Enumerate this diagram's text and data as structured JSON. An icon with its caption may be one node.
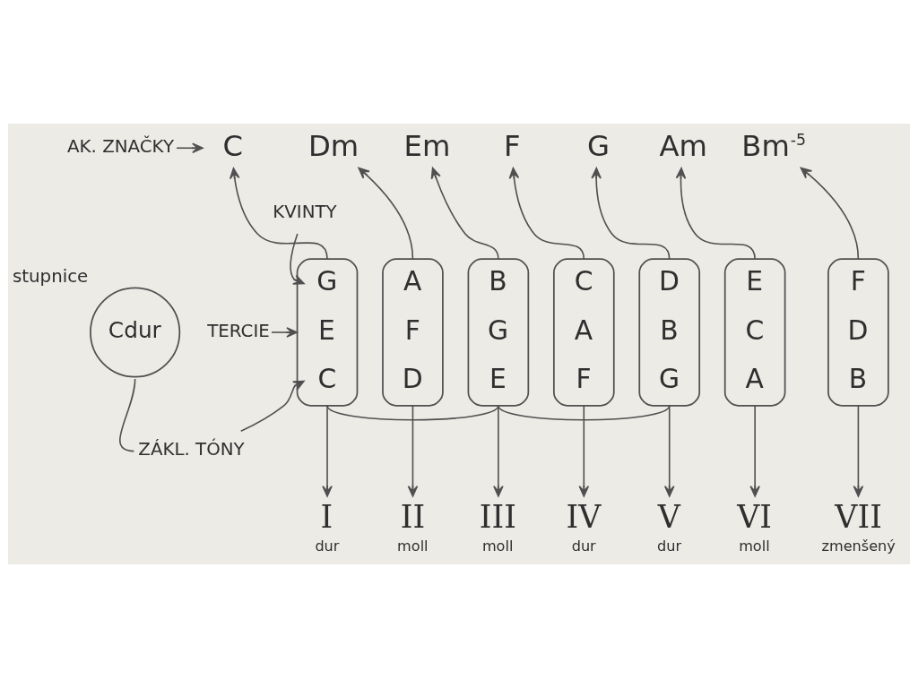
{
  "diagram": {
    "nodes": [
      {
        "text": [
          "AK. ZNAČKY"
        ]
      },
      {
        "text": [
          "C"
        ]
      },
      {
        "text": [
          "Dm"
        ]
      },
      {
        "text": [
          "Em"
        ]
      },
      {
        "text": [
          "F"
        ]
      },
      {
        "text": [
          "G"
        ]
      },
      {
        "text": [
          "Am"
        ]
      },
      {
        "text": [
          "Bm$^{-5}$"
        ]
      },
      {
        "text": [
          "KVINTY"
        ]
      },
      {
        "text": [
          "Cdur"
        ],
        "beside": [
          "stupnice"
        ]
      },
      {
        "text": [
          "TERCIE"
        ]
      },
      {
        "text": [
          "ZÁKL. TÓNY"
        ]
      },
      {
        "text": [
          "G",
          "E",
          "C"
        ]
      },
      {
        "text": [
          "A",
          "F",
          "D"
        ]
      },
      {
        "text": [
          "B",
          "G",
          "E"
        ]
      },
      {
        "text": [
          "C",
          "A",
          "F"
        ]
      },
      {
        "text": [
          "D",
          "B",
          "G"
        ]
      },
      {
        "text": [
          "E",
          "C",
          "A"
        ]
      },
      {
        "text": [
          "F",
          "D",
          "B"
        ]
      },
      {
        "text": [
          "I"
        ],
        "beside": [
          "dur"
        ]
      },
      {
        "text": [
          "II"
        ],
        "beside": [
          "moll"
        ]
      },
      {
        "text": [
          "III"
        ],
        "beside": [
          "moll"
        ]
      },
      {
        "text": [
          "IV"
        ],
        "beside": [
          "dur"
        ]
      },
      {
        "text": [
          "V"
        ],
        "beside": [
          "dur"
        ]
      },
      {
        "text": [
          "VI"
        ],
        "beside": [
          "moll"
        ]
      },
      {
        "text": [
          "VII"
        ],
        "beside": [
          "zmenšený"
        ]
      }
    ],
    "edges": [
      {
        "from": 0,
        "to": 1,
        "arrow": "to"
      },
      {
        "from": 12,
        "to": 1,
        "arrow": "to"
      },
      {
        "from": 13,
        "to": 2,
        "arrow": "to"
      },
      {
        "from": 14,
        "to": 3,
        "arrow": "to"
      },
      {
        "from": 15,
        "to": 4,
        "arrow": "to"
      },
      {
        "from": 16,
        "to": 5,
        "arrow": "to"
      },
      {
        "from": 17,
        "to": 6,
        "arrow": "to"
      },
      {
        "from": 18,
        "to": 7,
        "arrow": "to"
      },
      {
        "from": 8,
        "to": 12,
        "arrow": "to"
      },
      {
        "from": 10,
        "to": 12,
        "arrow": "to"
      },
      {
        "from": 9,
        "to": 11,
        "arrow": "none"
      },
      {
        "from": 11,
        "to": 12,
        "arrow": "to"
      },
      {
        "from": 12,
        "to": 14,
        "arrow": "none"
      },
      {
        "from": 14,
        "to": 16,
        "arrow": "none"
      },
      {
        "from": 12,
        "to": 19,
        "arrow": "to"
      },
      {
        "from": 13,
        "to": 20,
        "arrow": "to"
      },
      {
        "from": 14,
        "to": 21,
        "arrow": "to"
      },
      {
        "from": 15,
        "to": 22,
        "arrow": "to"
      },
      {
        "from": 16,
        "to": 23,
        "arrow": "to"
      },
      {
        "from": 17,
        "to": 24,
        "arrow": "to"
      },
      {
        "from": 18,
        "to": 25,
        "arrow": "to"
      }
    ]
  }
}
